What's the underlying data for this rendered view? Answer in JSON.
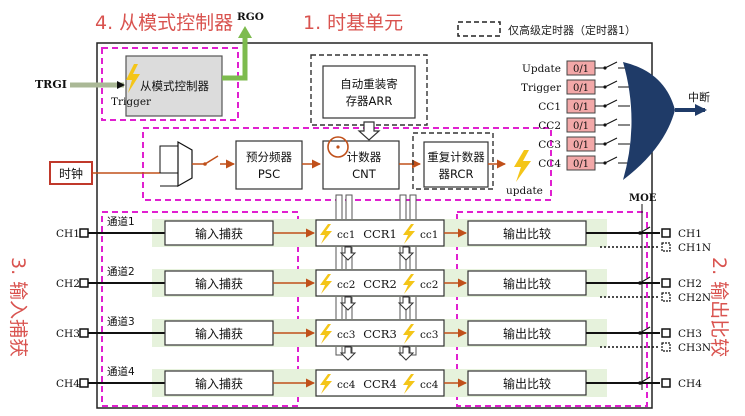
{
  "titles": {
    "slave": "4. 从模式控制器",
    "timebase": "1. 时基单元",
    "input": "3. 输入捕获",
    "output": "2. 输出比较"
  },
  "legend": {
    "text": "仅高级定时器（定时器1）"
  },
  "signals": {
    "rgo": "RGO",
    "trgi": "TRGI",
    "trigger": "Trigger",
    "update": "update",
    "moe": "MOE",
    "interrupt": "中断"
  },
  "blocks": {
    "slave_ctrl": "从模式控制器",
    "arr": [
      "自动重装寄",
      "存器ARR"
    ],
    "psc": [
      "预分频器",
      "PSC"
    ],
    "cnt": [
      "计数器",
      "CNT"
    ],
    "rcr": [
      "重复计数器",
      "器RCR"
    ]
  },
  "clock": {
    "label": "时钟"
  },
  "flags": [
    {
      "name": "Update",
      "value": "0/1"
    },
    {
      "name": "Trigger",
      "value": "0/1"
    },
    {
      "name": "CC1",
      "value": "0/1"
    },
    {
      "name": "CC2",
      "value": "0/1"
    },
    {
      "name": "CC3",
      "value": "0/1"
    },
    {
      "name": "CC4",
      "value": "0/1"
    }
  ],
  "channels": [
    {
      "pin": "CH1",
      "channel": "通道1",
      "capture": "输入捕获",
      "cc_left": "cc1",
      "ccr": "CCR1",
      "cc_right": "cc1",
      "compare": "输出比较",
      "out": "CH1",
      "outn": "CH1N"
    },
    {
      "pin": "CH2",
      "channel": "通道2",
      "capture": "输入捕获",
      "cc_left": "cc2",
      "ccr": "CCR2",
      "cc_right": "cc2",
      "compare": "输出比较",
      "out": "CH2",
      "outn": "CH2N"
    },
    {
      "pin": "CH3",
      "channel": "通道3",
      "capture": "输入捕获",
      "cc_left": "cc3",
      "ccr": "CCR3",
      "cc_right": "cc3",
      "compare": "输出比较",
      "out": "CH3",
      "outn": "CH3N"
    },
    {
      "pin": "CH4",
      "channel": "通道4",
      "capture": "输入捕获",
      "cc_left": "cc4",
      "ccr": "CCR4",
      "cc_right": "cc4",
      "compare": "输出比较",
      "out": "CH4",
      "outn": ""
    }
  ],
  "colors": {
    "title": "#d9534f",
    "magenta": "#e020d0",
    "green_band": "#e6f2dc",
    "flag_fill": "#f2a8a8",
    "gate_fill": "#1f3b68",
    "bolt": "#f4c518",
    "arrow_orange": "#c0501a",
    "rgo_green": "#7dbb4e"
  }
}
